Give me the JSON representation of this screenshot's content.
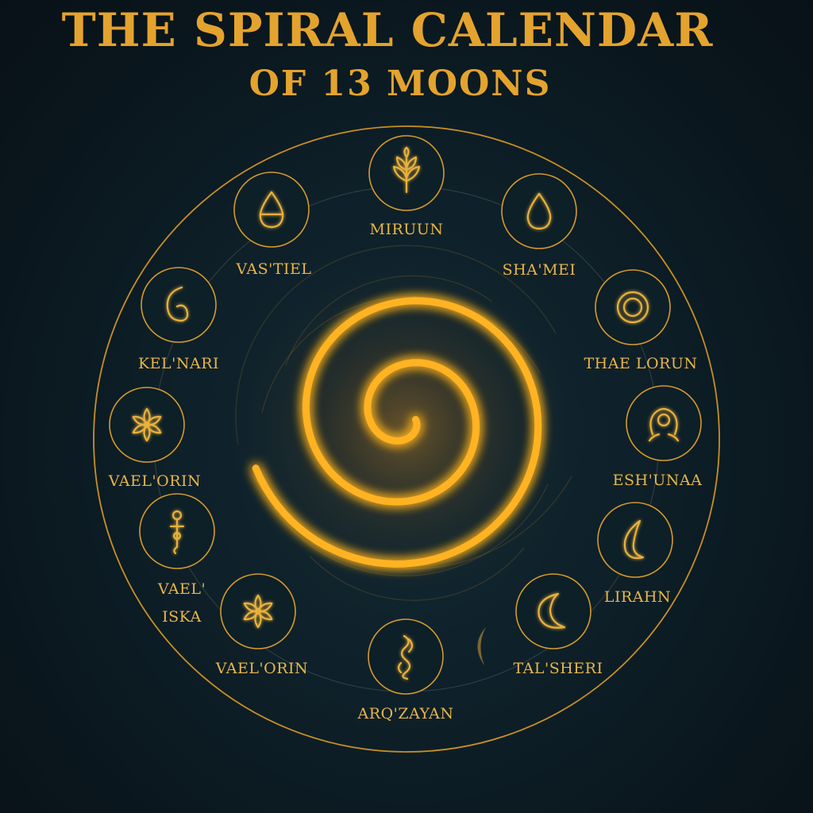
{
  "title": {
    "line1": "THE SPIRAL CALENDAR",
    "line2": "OF 13 MOONS"
  },
  "colors": {
    "background": "#0b1a22",
    "gold": "#e4a32e",
    "glow": "#ffb321"
  },
  "moons": [
    {
      "label": "MIRUUN",
      "icon": "sprout-icon"
    },
    {
      "label": "SHA'MEI",
      "icon": "water-drop-icon"
    },
    {
      "label": "THAE LORUN",
      "icon": "concentric-circles-icon"
    },
    {
      "label": "ESH'UNAA",
      "icon": "omega-loop-icon"
    },
    {
      "label": "LIRAHN",
      "icon": "flame-crescent-icon"
    },
    {
      "label": "TAL'SHERI",
      "icon": "crescent-moon-icon"
    },
    {
      "label": "ARQ'ZAYAN",
      "icon": "serpent-wave-icon"
    },
    {
      "label": "VAEL'ORIN",
      "icon": "six-petal-flower-icon"
    },
    {
      "label": "VAEL'",
      "label_line2": "ISKA",
      "icon": "beaded-staff-icon"
    },
    {
      "label": "VAEL'ORIN",
      "icon": "lotus-flower-icon"
    },
    {
      "label": "KEL'NARI",
      "icon": "seed-curl-icon"
    },
    {
      "label": "VAS'TIEL",
      "icon": "half-filled-drop-icon"
    }
  ]
}
